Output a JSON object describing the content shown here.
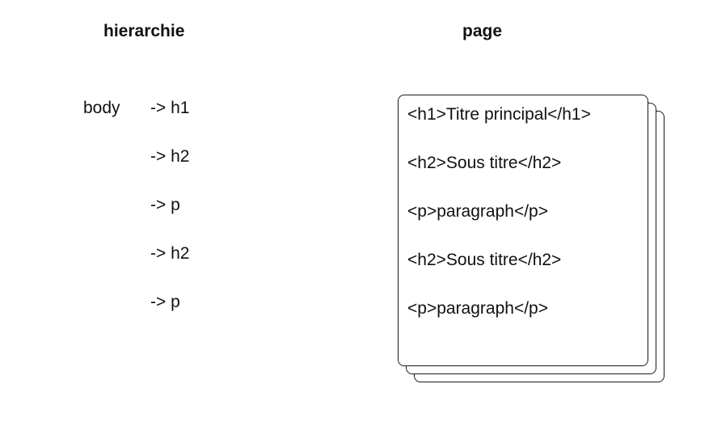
{
  "headings": {
    "hierarchy": "hierarchie",
    "page": "page"
  },
  "hierarchy": {
    "root": "body",
    "children": [
      "-> h1",
      "-> h2",
      "-> p",
      "-> h2",
      "-> p"
    ]
  },
  "page": {
    "lines": [
      "<h1>Titre principal</h1>",
      "<h2>Sous titre</h2>",
      "<p>paragraph</p>",
      "<h2>Sous titre</h2>",
      "<p>paragraph</p>"
    ]
  }
}
